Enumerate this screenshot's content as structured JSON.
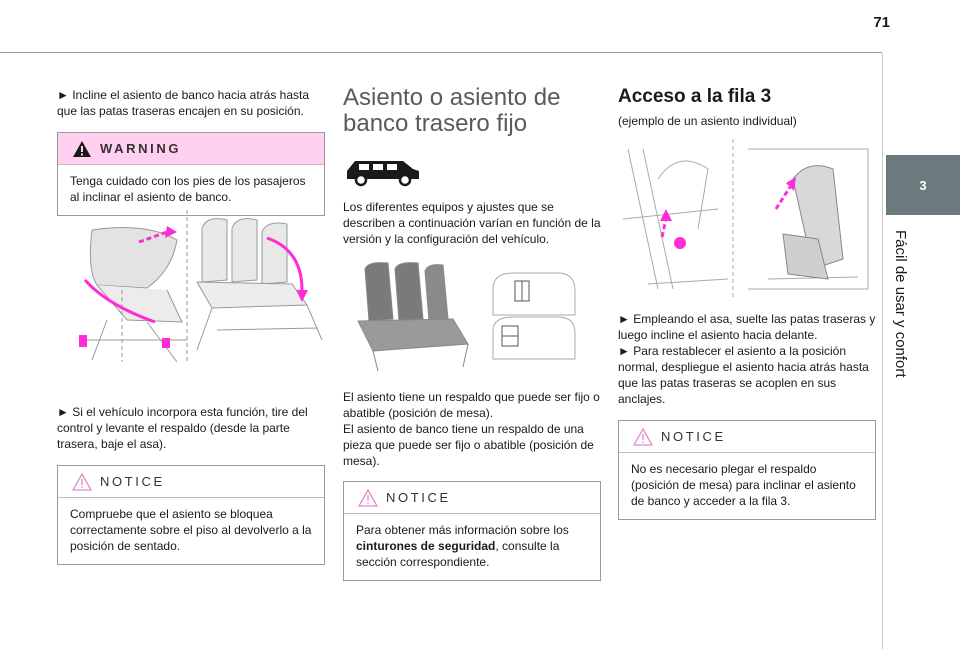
{
  "page": {
    "number": "71"
  },
  "side_tab": {
    "chapter": "3",
    "title": "Fácil de usar y confort"
  },
  "col1": {
    "p1": "► Incline el asiento de banco hacia atrás hasta que las patas traseras encajen en su posición.",
    "warning": {
      "title": "WARNING",
      "text": "Tenga cuidado con los pies de los pasajeros al inclinar el asiento de banco."
    },
    "p2": "► Si el vehículo incorpora esta función, tire del control y levante el respaldo (desde la parte trasera, baje el asa).",
    "notice": {
      "title": "NOTICE",
      "text": "Compruebe que el asiento se bloquea correctamente sobre el piso al devolverlo a la posición de sentado."
    }
  },
  "col2": {
    "title": "Asiento o asiento de banco trasero fijo",
    "p1": "Los diferentes equipos y ajustes que se describen a continuación varían en función de la versión y la configuración del vehículo.",
    "p2a": "El asiento tiene un respaldo que puede ser fijo o abatible (posición de mesa).",
    "p2b": "El asiento de banco tiene un respaldo de una pieza que puede ser fijo o abatible (posición de mesa).",
    "notice": {
      "title": "NOTICE",
      "text_pre": "Para obtener más información sobre los ",
      "text_bold": "cinturones de seguridad",
      "text_post": ", consulte la sección correspondiente."
    }
  },
  "col3": {
    "title": "Acceso a la fila 3",
    "subtitle": "(ejemplo de un asiento individual)",
    "p1": "► Empleando el asa, suelte las patas traseras y luego incline el asiento hacia delante.",
    "p2": "► Para restablecer el asiento a la posición normal, despliegue el asiento hacia atrás hasta que las patas traseras se acoplen en sus anclajes.",
    "notice": {
      "title": "NOTICE",
      "text": "No es necesario plegar el respaldo (posición de mesa) para inclinar el asiento de banco y acceder a la fila 3."
    }
  },
  "colors": {
    "warning_bg": "#ffd0f0",
    "accent_magenta": "#ff2bd6",
    "tab_bg": "#6b7b7d",
    "notice_icon": "#e38ac9"
  }
}
